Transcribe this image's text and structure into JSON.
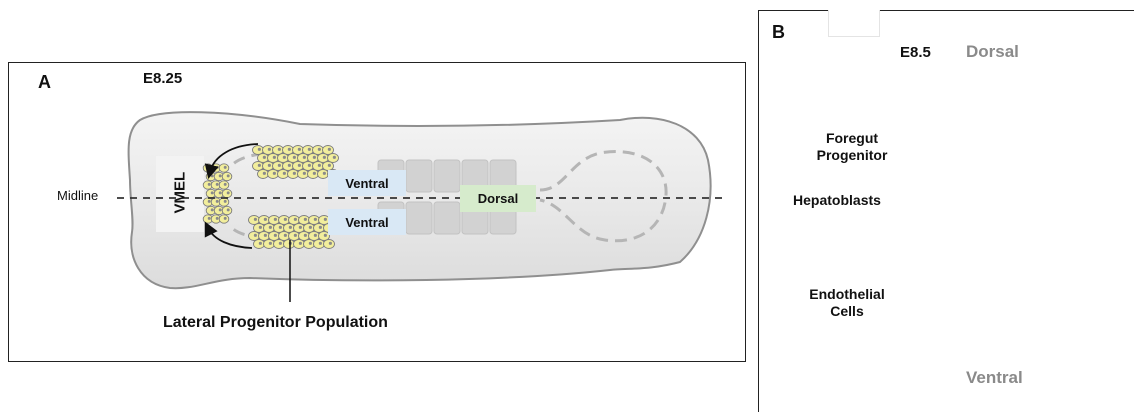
{
  "panel_a": {
    "letter": "A",
    "stage": "E8.25",
    "midline_label": "Midline",
    "vmel_label": "VMEL",
    "ventral_top": "Ventral",
    "ventral_bottom": "Ventral",
    "dorsal": "Dorsal",
    "lateral_label": "Lateral Progenitor Population"
  },
  "panel_b": {
    "letter": "B",
    "stage": "E8.5",
    "dorsal": "Dorsal",
    "ventral": "Ventral",
    "foregut_label_1": "Foregut",
    "foregut_label_2": "Progenitor",
    "hepatoblasts_label": "Hepatoblasts",
    "endothelial_label_1": "Endothelial",
    "endothelial_label_2": "Cells"
  },
  "colors": {
    "embryo_fill": "#ececec",
    "embryo_stroke": "#8f8f8f",
    "progenitor_cell": "#f2ee9c",
    "hepatoblast_cell": "#c6dcec",
    "epithelium_outline": "#a3214a",
    "ventral_tag": "#d9e8f5",
    "dorsal_tag": "#d6ebcc"
  }
}
